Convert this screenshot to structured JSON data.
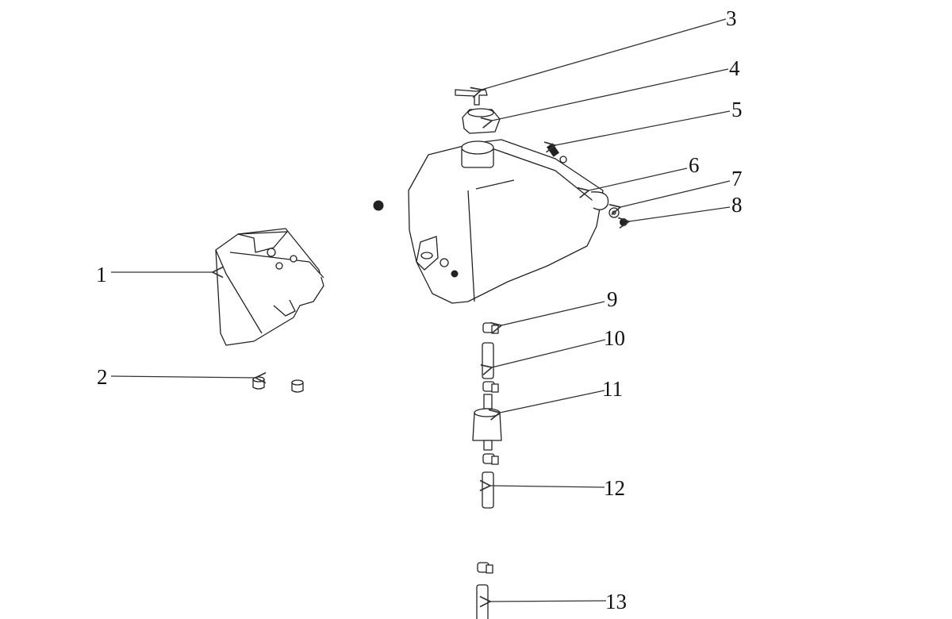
{
  "callouts": [
    {
      "id": "1"
    },
    {
      "id": "2"
    },
    {
      "id": "3"
    },
    {
      "id": "4"
    },
    {
      "id": "5"
    },
    {
      "id": "6"
    },
    {
      "id": "7"
    },
    {
      "id": "8"
    },
    {
      "id": "9"
    },
    {
      "id": "10"
    },
    {
      "id": "11"
    },
    {
      "id": "12"
    },
    {
      "id": "13"
    }
  ]
}
